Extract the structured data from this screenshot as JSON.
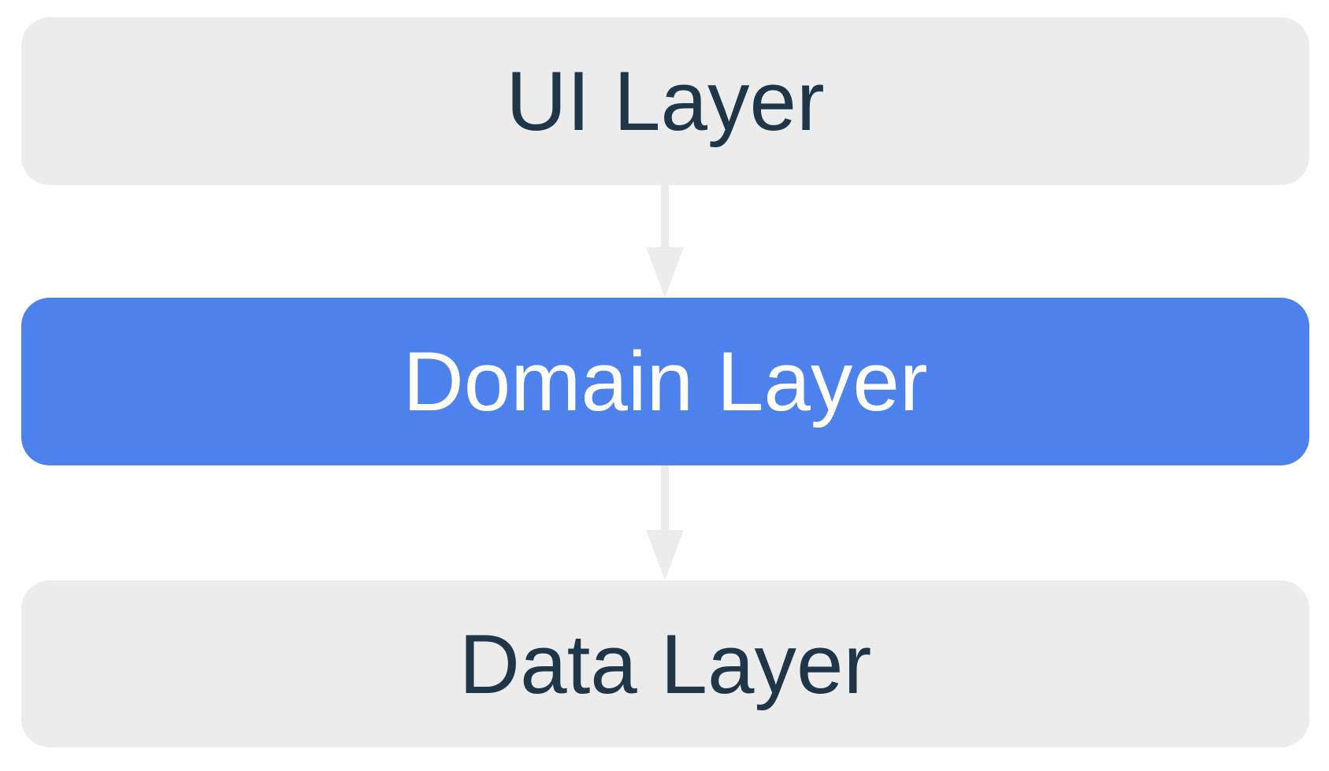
{
  "diagram": {
    "type": "layered-architecture",
    "layers": [
      {
        "label": "UI Layer",
        "variant": "default",
        "bg": "#ECECEC",
        "text_color": "#1E3648"
      },
      {
        "label": "Domain Layer",
        "variant": "highlight",
        "bg": "#4D81EC",
        "text_color": "#FFFFFF"
      },
      {
        "label": "Data Layer",
        "variant": "default",
        "bg": "#ECECEC",
        "text_color": "#1E3648"
      }
    ],
    "arrows": [
      {
        "from": "UI Layer",
        "to": "Domain Layer",
        "direction": "down",
        "color": "#ECECEC"
      },
      {
        "from": "Domain Layer",
        "to": "Data Layer",
        "direction": "down",
        "color": "#ECECEC"
      }
    ],
    "colors": {
      "background": "#FFFFFF",
      "layer_default_bg": "#ECECEC",
      "layer_default_text": "#1E3648",
      "layer_highlight_bg": "#4D81EC",
      "layer_highlight_text": "#FFFFFF",
      "arrow": "#ECECEC"
    }
  }
}
